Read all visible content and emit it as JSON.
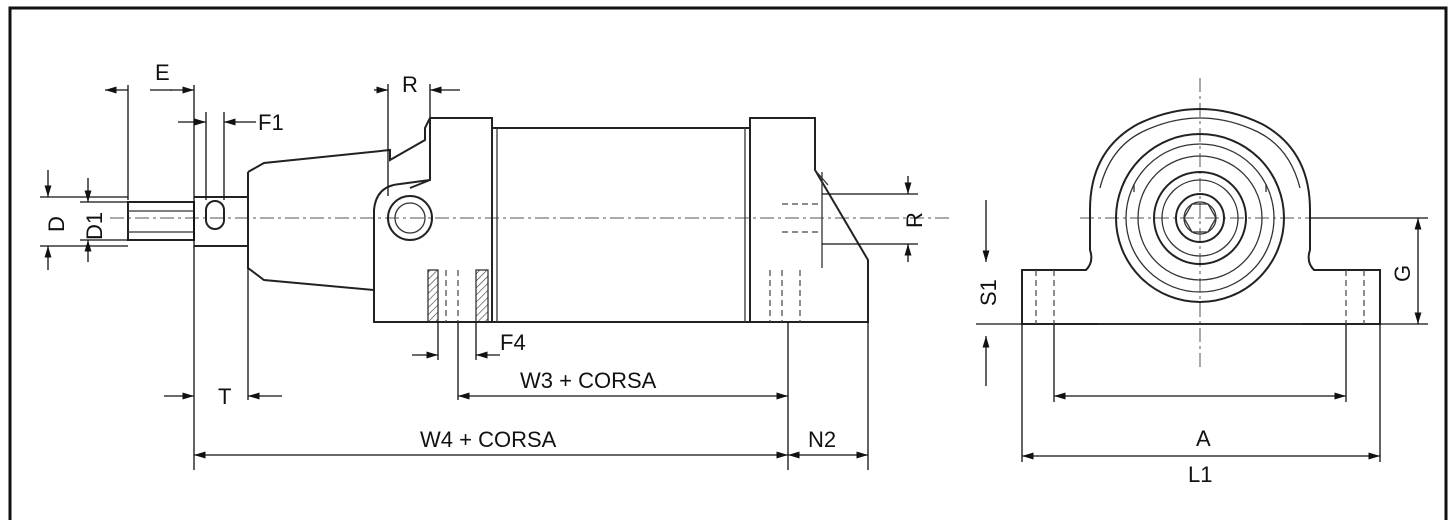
{
  "labels": {
    "E": "E",
    "F1": "F1",
    "R_top": "R",
    "R_side": "R",
    "D": "D",
    "D1": "D1",
    "F4": "F4",
    "T": "T",
    "W3": "W3 + CORSA",
    "W4": "W4 + CORSA",
    "N2": "N2",
    "S1": "S1",
    "G": "G",
    "A": "A",
    "L1": "L1"
  }
}
